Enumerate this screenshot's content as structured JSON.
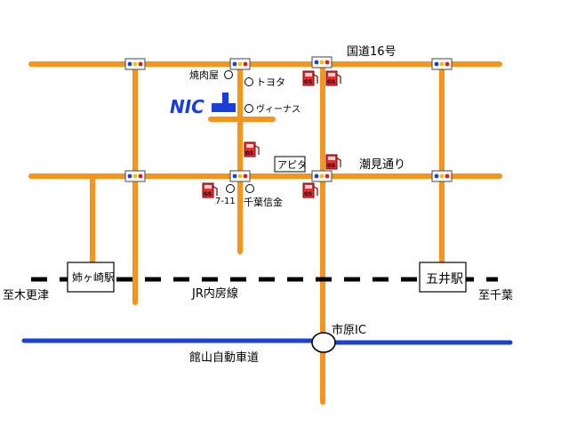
{
  "labels": {
    "route16": "国道16号",
    "shiomi_dori": "潮見通り",
    "jr_line": "JR内房線",
    "expressway": "館山自動車道",
    "ichihara_ic": "市原IC",
    "to_kisarazu": "至木更津",
    "to_chiba": "至千葉",
    "anegasaki_station": "姉ヶ崎駅",
    "goi_station": "五井駅",
    "yakinikuya": "焼肉屋",
    "toyota": "トヨタ",
    "venus": "ヴィーナス",
    "apita": "アピタ",
    "seven_eleven": "7-11",
    "chiba_shinkin": "千葉信金",
    "nic": "NIC",
    "gs": "GS"
  },
  "colors": {
    "road": "#f7941d",
    "expressway": "#1a3fd6",
    "rail": "#000000",
    "nic": "#1a3fd6",
    "gs": "#e03030"
  },
  "icons": [
    "traffic-signal-icon",
    "gas-station-icon",
    "landmark-circle-icon",
    "nic-building-icon"
  ]
}
